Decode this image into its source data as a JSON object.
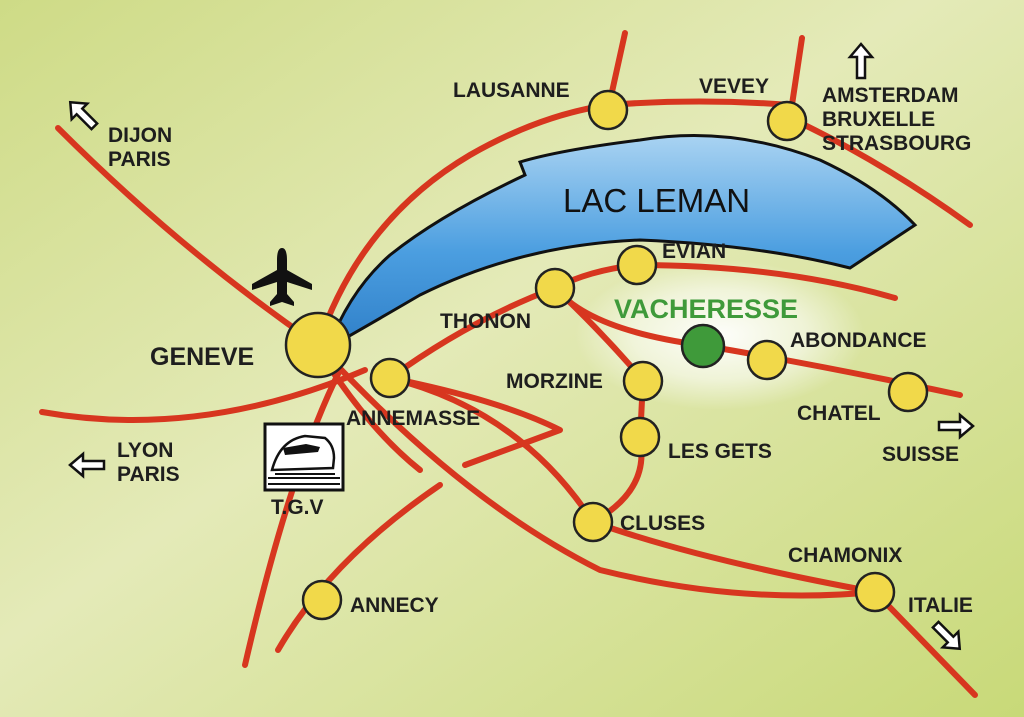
{
  "colors": {
    "background": "#d9e3a2",
    "road": "#d7361f",
    "lake": "#4b9ee0",
    "town": "#f1d94a",
    "highlight": "#3f9a3a",
    "highlight_glow": "#ffffff",
    "text": "#1e1e1e"
  },
  "lake": {
    "label": "LAC LEMAN"
  },
  "towns": {
    "geneve": "GENEVE",
    "lausanne": "LAUSANNE",
    "vevey": "VEVEY",
    "evian": "EVIAN",
    "thonon": "THONON",
    "annemasse": "ANNEMASSE",
    "morzine": "MORZINE",
    "les_gets": "LES GETS",
    "cluses": "CLUSES",
    "annecy": "ANNECY",
    "abondance": "ABONDANCE",
    "chatel": "CHATEL",
    "chamonix": "CHAMONIX"
  },
  "highlight": {
    "label": "VACHERESSE"
  },
  "directions": {
    "dijon_paris": [
      "DIJON",
      "PARIS"
    ],
    "amsterdam": [
      "AMSTERDAM",
      "BRUXELLE",
      "STRASBOURG"
    ],
    "lyon_paris": [
      "LYON",
      "PARIS"
    ],
    "suisse": "SUISSE",
    "italie": "ITALIE"
  },
  "icons": {
    "airport": "airplane-icon",
    "train": "tgv-train-icon",
    "train_label": "T.G.V"
  }
}
